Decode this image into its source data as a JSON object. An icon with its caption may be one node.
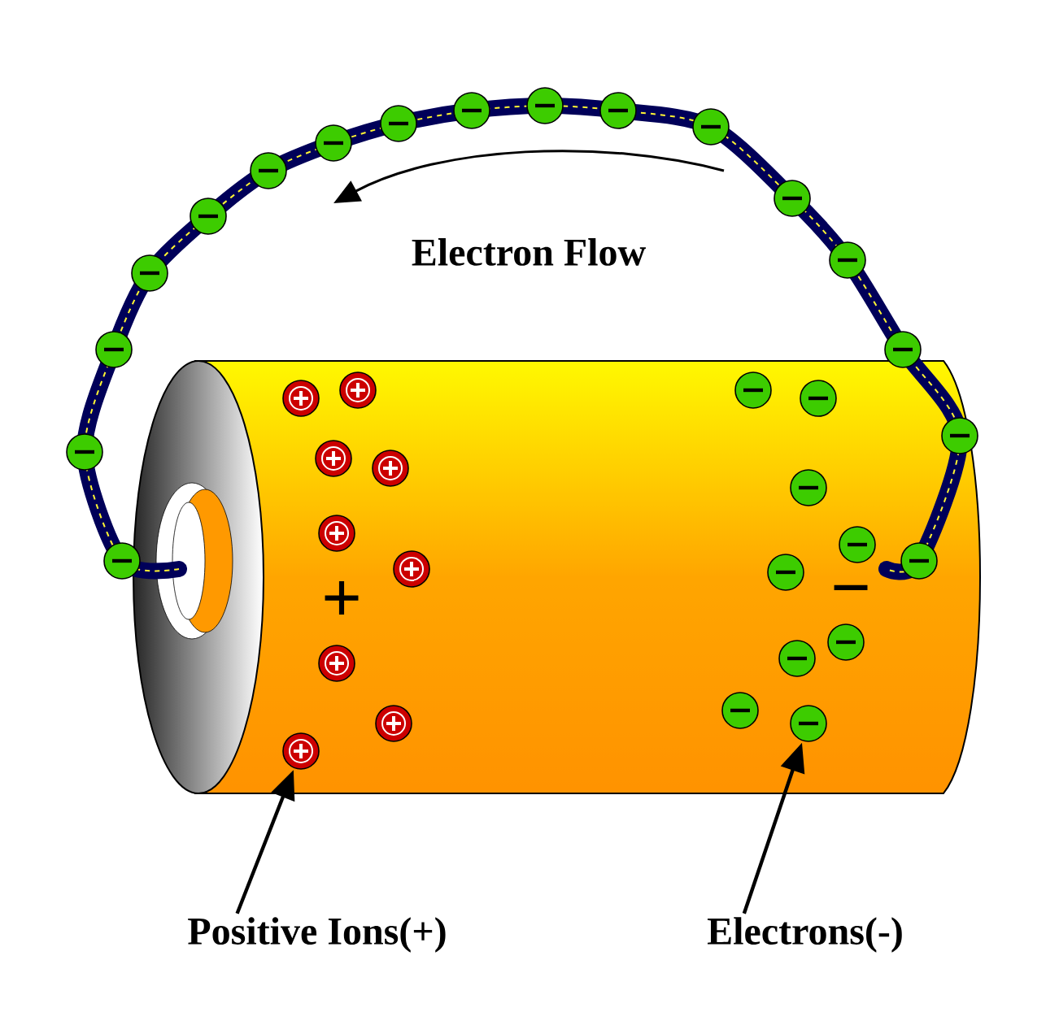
{
  "diagram": {
    "nodes": [
      {
        "text": [
          "Positive Ions(+)"
        ]
      },
      {
        "text": [],
        "shape": "circle"
      },
      {
        "text": [
          "Electrons(-)"
        ]
      },
      {
        "text": [],
        "shape": "circle"
      },
      {
        "text": [],
        "shape": "circle"
      },
      {
        "text": [],
        "shape": "circle"
      },
      {
        "text": [],
        "shape": "circle"
      },
      {
        "text": [],
        "shape": "circle"
      },
      {
        "text": [],
        "shape": "circle"
      },
      {
        "text": [],
        "shape": "circle"
      },
      {
        "text": [],
        "shape": "circle"
      },
      {
        "text": [],
        "shape": "circle"
      },
      {
        "text": [],
        "shape": "circle"
      },
      {
        "text": [],
        "shape": "circle"
      },
      {
        "text": [],
        "shape": "circle"
      },
      {
        "text": [],
        "shape": "circle"
      },
      {
        "text": [],
        "shape": "circle"
      },
      {
        "text": [],
        "shape": "circle"
      },
      {
        "text": [],
        "shape": "circle"
      },
      {
        "text": [],
        "shape": "circle"
      },
      {
        "text": [],
        "shape": "circle"
      },
      {
        "text": [],
        "shape": "circle"
      },
      {
        "text": [],
        "shape": "circle"
      },
      {
        "text": [],
        "shape": "circle"
      },
      {
        "text": [],
        "shape": "circle"
      },
      {
        "text": [],
        "shape": "circle"
      },
      {
        "text": [],
        "shape": "circle"
      },
      {
        "text": [],
        "shape": "circle"
      },
      {
        "text": [],
        "shape": "circle"
      },
      {
        "text": [],
        "shape": "circle"
      },
      {
        "text": [],
        "shape": "circle"
      },
      {
        "text": [],
        "shape": "circle"
      },
      {
        "text": [],
        "shape": "circle"
      },
      {
        "text": [],
        "shape": "circle"
      },
      {
        "text": [],
        "shape": "circle"
      },
      {
        "text": [],
        "shape": "circle"
      },
      {
        "text": [],
        "shape": "circle"
      }
    ],
    "edges": [
      {
        "from": 0,
        "to": 1,
        "arrow": "to"
      },
      {
        "from": 2,
        "to": 3,
        "arrow": "to"
      }
    ],
    "labels": [
      "Electron Flow",
      "+",
      "−"
    ]
  }
}
